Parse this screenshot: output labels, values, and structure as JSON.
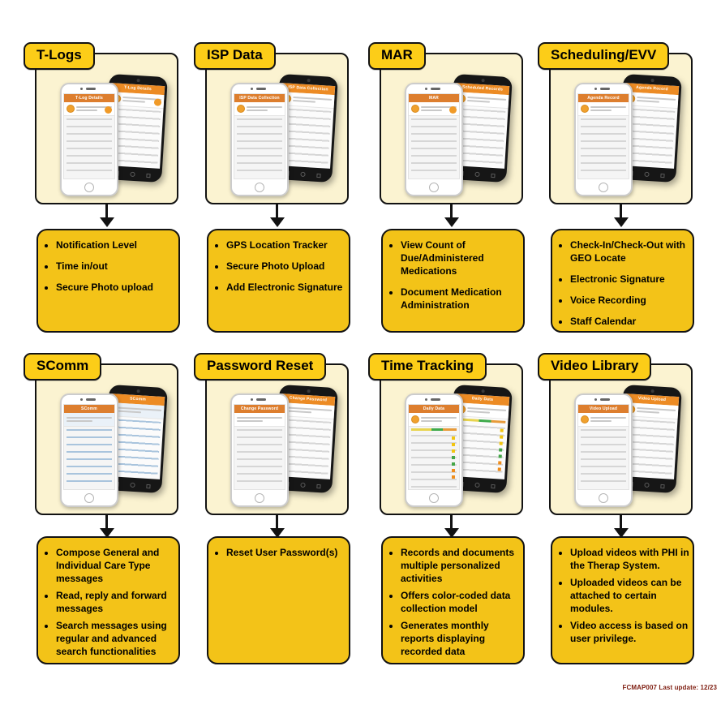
{
  "footer": {
    "text": "FCMAP007  Last update: 12/23"
  },
  "colors": {
    "tab_yellow": "#fccd18",
    "bullet_box_yellow": "#f3c318",
    "panel_cream": "#fbf3d1",
    "iphone_header_orange": "#dd7e2e",
    "android_header_orange": "#ec8b24",
    "footer_red": "#7e1d10"
  },
  "modules": [
    {
      "id": "t-logs",
      "label": "T-Logs",
      "screen_title": "T-Log Details",
      "android_title": "T-Log Details",
      "bullets": [
        "Notification Level",
        "Time in/out",
        "Secure Photo upload"
      ]
    },
    {
      "id": "isp-data",
      "label": "ISP Data",
      "screen_title": "ISP Data Collection",
      "android_title": "ISP Data Collection",
      "bullets": [
        "GPS Location Tracker",
        "Secure Photo Upload",
        "Add Electronic Signature"
      ]
    },
    {
      "id": "mar",
      "label": "MAR",
      "screen_title": "MAR",
      "android_title": "Scheduled Records",
      "bullets": [
        "View Count of Due/Administered Medications",
        "Document Medication Administration"
      ]
    },
    {
      "id": "scheduling-evv",
      "label": "Scheduling/EVV",
      "screen_title": "Agenda Record",
      "android_title": "Agenda Record",
      "bullets": [
        "Check-In/Check-Out with GEO Locate",
        "Electronic Signature",
        "Voice Recording",
        "Staff Calendar"
      ]
    },
    {
      "id": "scomm",
      "label": "SComm",
      "screen_title": "SComm",
      "android_title": "SComm",
      "bullets": [
        "Compose General and Individual Care Type messages",
        "Read, reply and forward messages",
        "Search messages using regular and advanced search functionalities"
      ]
    },
    {
      "id": "password-reset",
      "label": "Password Reset",
      "screen_title": "Change Password",
      "android_title": "Change Password",
      "bullets": [
        "Reset User Password(s)"
      ]
    },
    {
      "id": "time-tracking",
      "label": "Time Tracking",
      "screen_title": "Daily Data",
      "android_title": "Daily Data",
      "bullets": [
        "Records and documents multiple personalized activities",
        "Offers color-coded data collection model",
        "Generates monthly reports displaying recorded data"
      ]
    },
    {
      "id": "video-library",
      "label": "Video Library",
      "screen_title": "Video Upload",
      "android_title": "Video Upload",
      "bullets": [
        "Upload videos with PHI in the Therap System.",
        "Uploaded videos can be attached to certain modules.",
        "Video access is based on user privilege."
      ]
    }
  ]
}
